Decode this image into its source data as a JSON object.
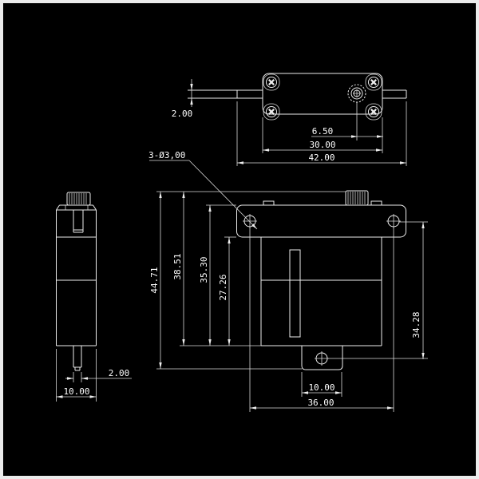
{
  "canvas": {
    "background": "#000000",
    "frame_color": "#ececec",
    "line_color": "#ededed",
    "text_color": "#ffffff"
  },
  "views": {
    "top": {
      "dims": {
        "spline_to_edge": "6.50",
        "body_width": "30.00",
        "overall_width": "42.00",
        "tab_thickness": "2.00"
      }
    },
    "front": {
      "hole_callout": "3-Ø3,00",
      "dims": {
        "overall_height": "44.71",
        "shaft_top_to_body_bottom": "38.51",
        "case_height": "35.30",
        "below_flange_height": "27.26",
        "flange_hole_to_bottom_hole": "34.28",
        "bottom_tab_width": "10.00",
        "mount_hole_spacing": "36.00"
      }
    },
    "side": {
      "dims": {
        "bottom_tab_thickness": "2.00",
        "body_depth": "10.00"
      }
    }
  }
}
